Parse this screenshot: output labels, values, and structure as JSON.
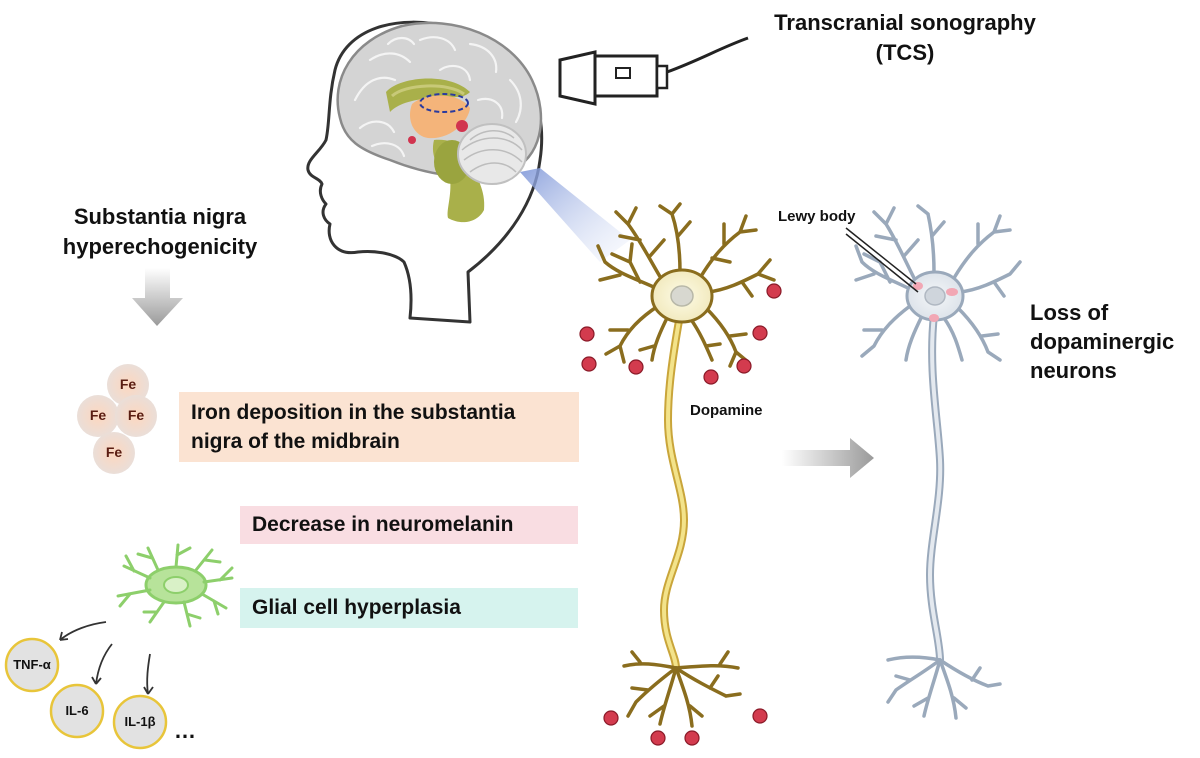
{
  "tcs": {
    "line1": "Transcranial sonography",
    "line2": "(TCS)"
  },
  "sn_hyper": {
    "line1": "Substantia nigra",
    "line2": "hyperechogenicity"
  },
  "iron": {
    "symbol": "Fe",
    "line1": "Iron deposition in the substantia",
    "line2": "nigra of the midbrain"
  },
  "neuromelanin": {
    "label": "Decrease in neuromelanin"
  },
  "glial": {
    "label": "Glial cell hyperplasia"
  },
  "cytokines": {
    "items": [
      "TNF-α",
      "IL-6",
      "IL-1β"
    ],
    "more": "…"
  },
  "dopamine": {
    "label": "Dopamine"
  },
  "lewy": {
    "label": "Lewy body"
  },
  "loss": {
    "line1": "Loss of",
    "line2": "dopaminergic",
    "line3": "neurons"
  },
  "colors": {
    "iron_box": "#fbe3d2",
    "neuromelanin_box": "#f9dde2",
    "glial_box": "#d6f3ee",
    "dopamine_dots": "#d33b4e",
    "healthy_neuron": "#8a6d1e",
    "degenerated_neuron": "#9aa9bb",
    "glia": "#8dcf6b"
  }
}
